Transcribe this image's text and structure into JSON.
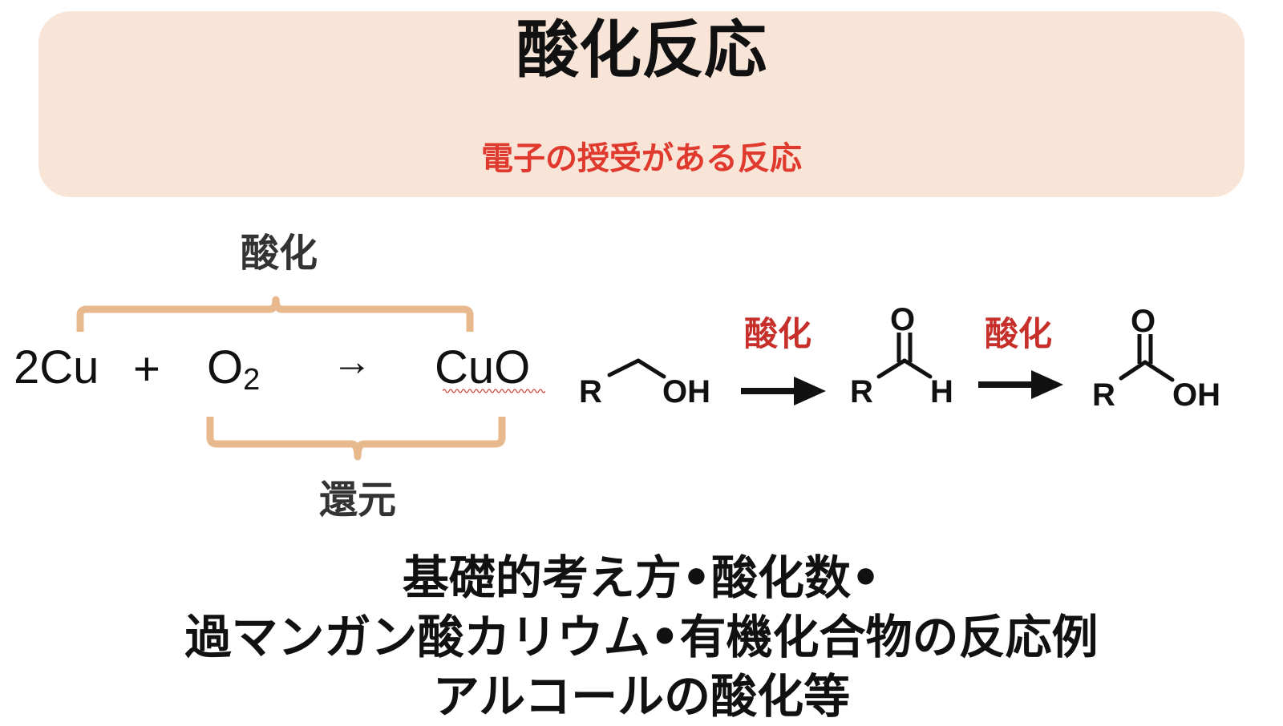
{
  "banner": {
    "title": "酸化反応",
    "subtitle": "電子の授受がある反応",
    "subtitle_color": "#e03a2f",
    "background_color": "#f8e5d8"
  },
  "equation": {
    "oxidation_label": "酸化",
    "reduction_label": "還元",
    "reactant_cu": "2Cu",
    "plus": "+",
    "reactant_o2_base": "O",
    "reactant_o2_sub": "2",
    "arrow": "→",
    "product": "CuO",
    "bracket_color": "#e8b98c"
  },
  "alcohol_scheme": {
    "step_label_1": "酸化",
    "step_label_2": "酸化",
    "label_color": "#c62f2a",
    "alcohol": {
      "r": "R",
      "oh": "OH"
    },
    "aldehyde": {
      "r": "R",
      "o": "O",
      "h": "H"
    },
    "acid": {
      "r": "R",
      "o": "O",
      "oh": "OH"
    }
  },
  "bottom_text": {
    "line1": "基礎的考え方•酸化数•",
    "line2": "過マンガン酸カリウム•有機化合物の反応例",
    "line3": "アルコールの酸化等"
  }
}
